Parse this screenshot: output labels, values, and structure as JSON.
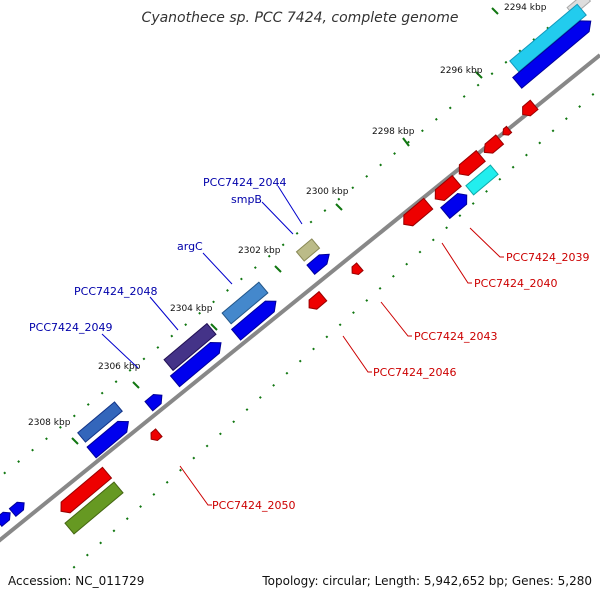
{
  "title": "Cyanothece sp. PCC 7424, complete genome",
  "accession": "Accession: NC_011729",
  "summary": "Topology: circular; Length: 5,942,652 bp; Genes: 5,280",
  "ticks": [
    "2294 kbp",
    "2296 kbp",
    "2298 kbp",
    "2300 kbp",
    "2302 kbp",
    "2304 kbp",
    "2306 kbp",
    "2308 kbp"
  ],
  "labels_forward": [
    "PCC7424_2044",
    "smpB",
    "argC",
    "PCC7424_2048",
    "PCC7424_2049"
  ],
  "labels_reverse": [
    "PCC7424_2039",
    "PCC7424_2040",
    "PCC7424_2043",
    "PCC7424_2046",
    "PCC7424_2050"
  ],
  "colors": {
    "backbone": "#888888",
    "forward_cds": "#0000ee",
    "reverse_cds": "#ee0000",
    "forward_label": "#0000aa",
    "reverse_label": "#cc0000",
    "tick_dots": "#117711"
  }
}
